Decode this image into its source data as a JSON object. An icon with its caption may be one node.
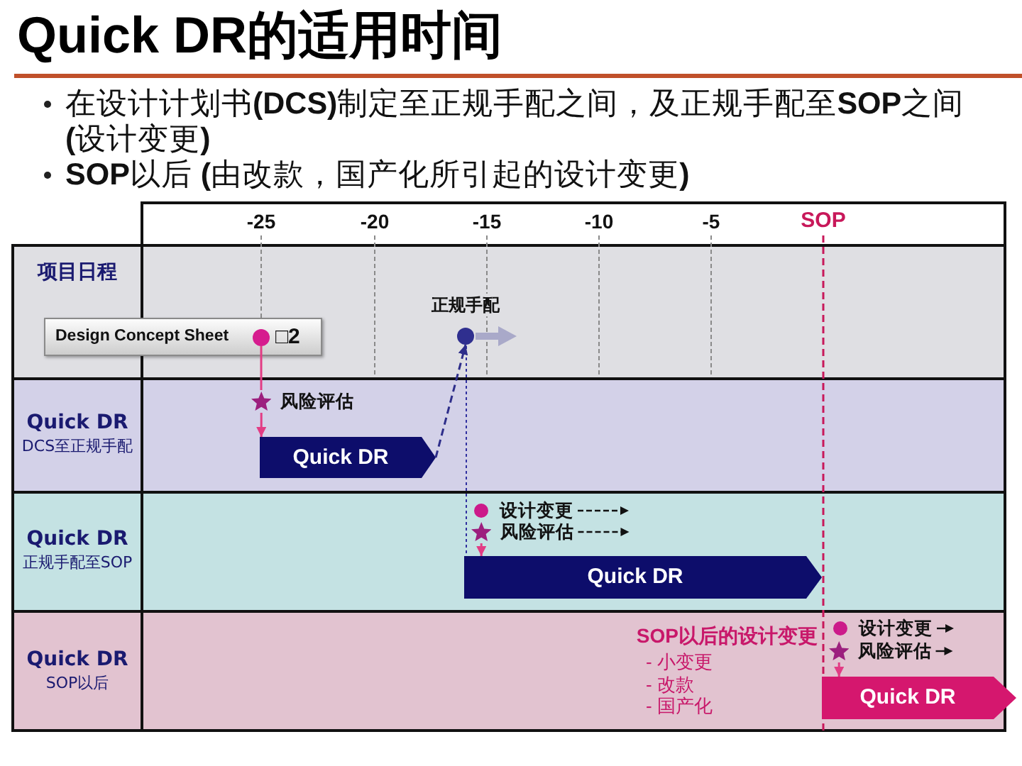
{
  "diagram": {
    "title": "Quick DR的适用时间",
    "nodes": [
      {
        "text": [
          "项目日程"
        ]
      },
      {
        "text": [
          "Design Concept Sheet",
          "□2"
        ],
        "in": 0
      },
      {
        "text": [],
        "shape": "circle",
        "in": 1
      },
      {
        "text": [
          "正规手配"
        ],
        "in": 0
      },
      {
        "text": [
          "Quick DR",
          "DCS至正规手配"
        ]
      },
      {
        "text": [
          "风险评估"
        ],
        "in": 4
      },
      {
        "text": [
          "Quick DR"
        ],
        "in": 4
      },
      {
        "text": [
          "Quick DR",
          "正规手配至SOP"
        ]
      },
      {
        "text": [
          "设计变更"
        ],
        "in": 7
      },
      {
        "text": [
          "风险评估"
        ],
        "in": 7
      },
      {
        "text": [
          "Quick DR"
        ],
        "in": 7
      },
      {
        "text": [
          "Quick DR",
          "SOP以后"
        ]
      },
      {
        "text": [
          "设计变更"
        ],
        "in": 11
      },
      {
        "text": [
          "风险评估"
        ],
        "in": 11
      },
      {
        "text": [
          "Quick DR"
        ],
        "in": 11
      }
    ],
    "edges": [
      {
        "from": 2,
        "to": 5,
        "arrow": "none",
        "color": "#e23c84"
      },
      {
        "from": 5,
        "to": 6,
        "arrow": "to",
        "color": "#e23c84"
      },
      {
        "from": 6,
        "to": 3,
        "arrow": "to",
        "style": "dashed",
        "color": "#2e2e8a"
      },
      {
        "from": 9,
        "to": 10,
        "arrow": "to",
        "color": "#e23c84"
      },
      {
        "from": 13,
        "to": 14,
        "arrow": "to",
        "color": "#e23c84"
      }
    ],
    "labels": [
      "在设计计划书**(DCS)**制定至正规手配之间，及正规手配至**SOP**之间**(**设计变更**)**",
      "**SOP**以后 **(**由改款，国产化所引起的设计变更**)**",
      "-25",
      "-20",
      "-15",
      "-10",
      "-5",
      "SOP",
      "SOP以后的设计变更",
      "- 小变更",
      "- 改款",
      "- 国产化"
    ]
  }
}
